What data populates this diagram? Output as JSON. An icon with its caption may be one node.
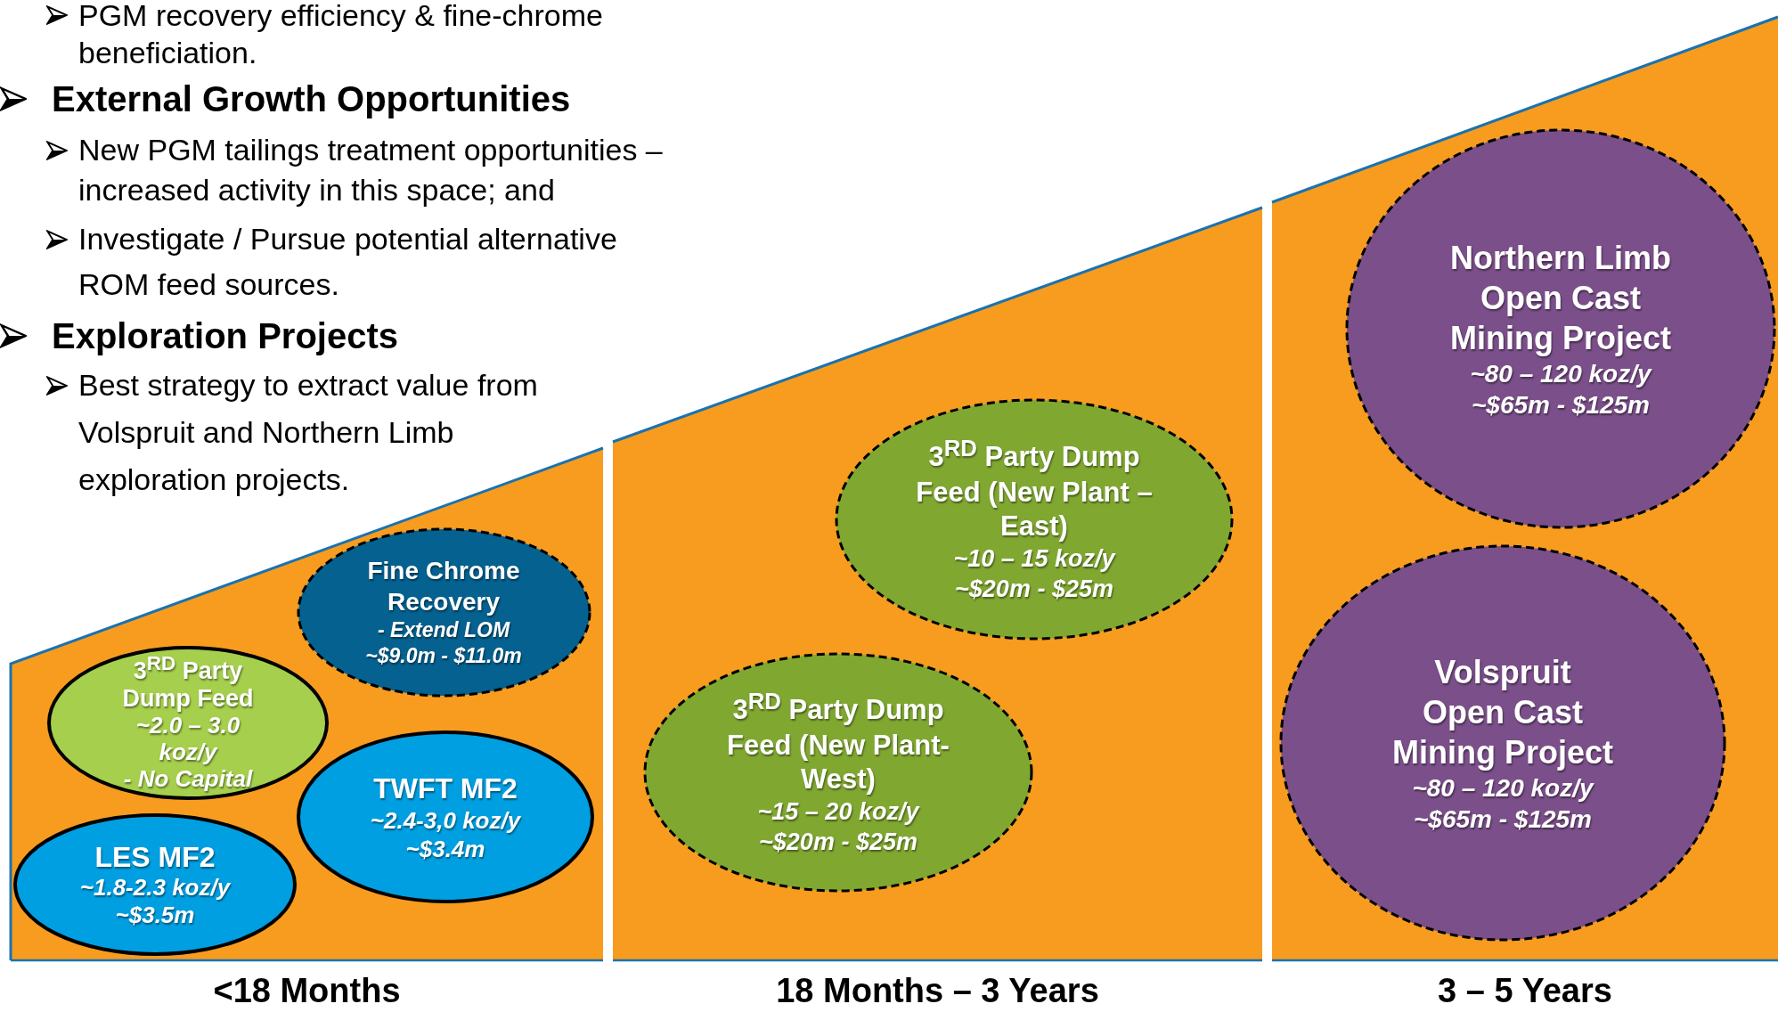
{
  "diagram": {
    "nodes": [
      {
        "text": [
          "<18 Months"
        ]
      },
      {
        "text": [
          "Fine Chrome Recovery",
          "- Extend LOM",
          "~$9.0m - $11.0m"
        ],
        "in": 0
      },
      {
        "text": [
          "3$^{RD}$ Party Dump Feed",
          "~2.0 – 3.0 koz/y",
          "- No Capital"
        ],
        "in": 0
      },
      {
        "text": [
          "TWFT MF2",
          "~2.4-3,0 koz/y",
          "~$3.4m"
        ],
        "in": 0
      },
      {
        "text": [
          "LES MF2",
          "~1.8-2.3 koz/y",
          "~$3.5m"
        ],
        "in": 0
      },
      {
        "text": [
          "18 Months – 3 Years"
        ]
      },
      {
        "text": [
          "3$^{RD}$ Party Dump Feed (New Plant – East)",
          "~10 – 15 koz/y",
          "~$20m - $25m"
        ],
        "in": 5
      },
      {
        "text": [
          "3$^{RD}$ Party Dump Feed (New Plant- West)",
          "~15 – 20 koz/y",
          "~$20m - $25m"
        ],
        "in": 5
      },
      {
        "text": [
          "3 – 5 Years"
        ]
      },
      {
        "text": [
          "Northern Limb Open Cast Mining Project",
          "~80 – 120 koz/y",
          "~$65m - $125m"
        ],
        "in": 8
      },
      {
        "text": [
          "Volspruit Open Cast Mining Project",
          "~80 – 120 koz/y",
          "~$65m - $125m"
        ],
        "in": 8
      }
    ],
    "labels": [
      "PGM recovery efficiency & fine-chrome beneficiation.",
      "External Growth Opportunities",
      "New PGM tailings treatment opportunities – increased activity in this space; and",
      "Investigate / Pursue potential alternative ROM feed sources.",
      "Exploration Projects",
      "Best strategy to extract value from Volspruit and Northern Limb exploration projects."
    ]
  }
}
